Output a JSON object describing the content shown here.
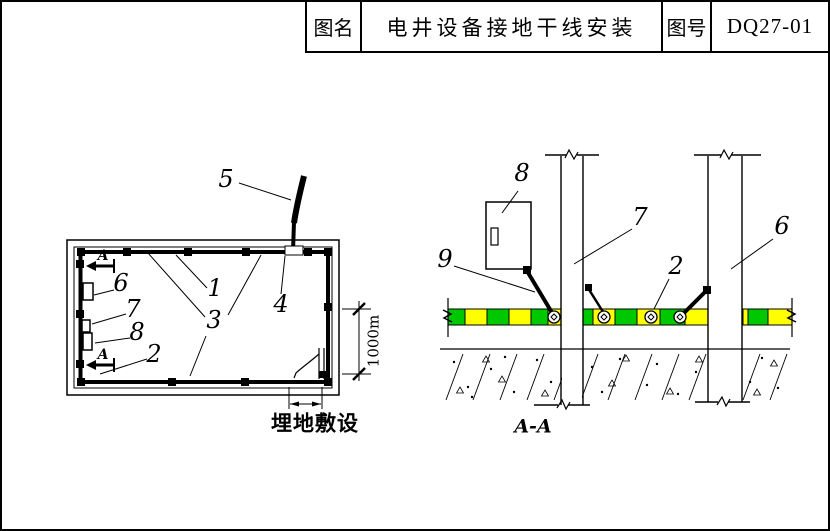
{
  "title_block": {
    "name_label": "图名",
    "name_value": "电井设备接地干线安装",
    "number_label": "图号",
    "number_value": "DQ27-01"
  },
  "plan_view": {
    "callouts": {
      "c1": "1",
      "c2": "2",
      "c3": "3",
      "c4": "4",
      "c5": "5",
      "c6": "6",
      "c7": "7",
      "c8": "8"
    },
    "section_marker_label": "A",
    "height_dimension": "1000m",
    "buried_note": "埋地敷设"
  },
  "section_view": {
    "callouts": {
      "c2": "2",
      "c6": "6",
      "c7": "7",
      "c8": "8",
      "c9": "9"
    },
    "view_label": "A-A"
  },
  "colors": {
    "busbar_green": "#00c800",
    "busbar_yellow": "#ffff00",
    "line": "#000000",
    "background": "#ffffff"
  }
}
